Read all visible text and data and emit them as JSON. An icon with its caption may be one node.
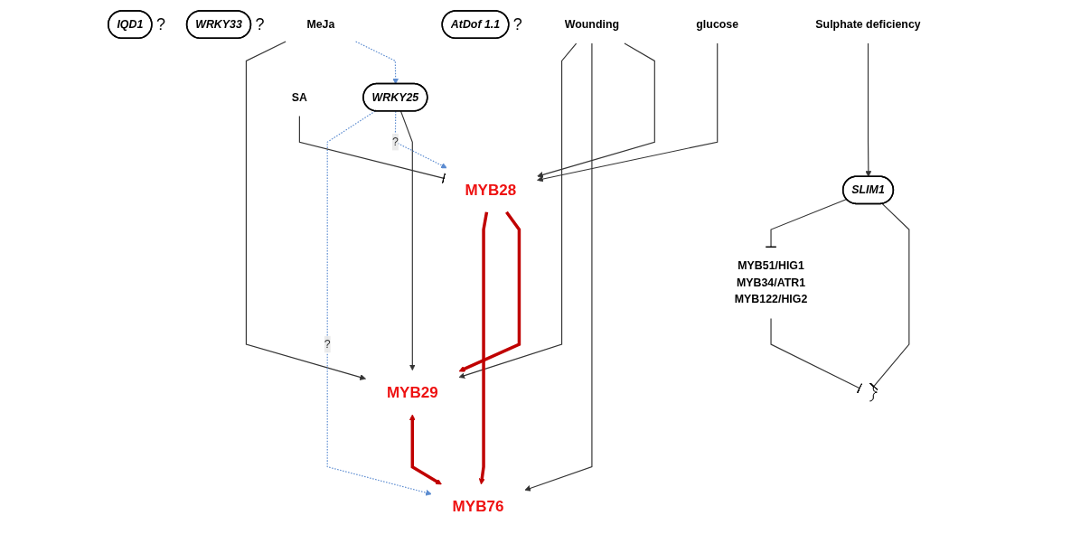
{
  "diagram": {
    "nodes": [
      {
        "text": [
          "IQD1"
        ],
        "beside": [
          "?"
        ]
      },
      {
        "text": [
          "WRKY33"
        ],
        "beside": [
          "?"
        ]
      },
      {
        "text": [
          "Sulphate deficiency"
        ]
      },
      {
        "text": [
          "AtDof 1.1"
        ],
        "beside": [
          "?"
        ]
      },
      {
        "text": [
          "WRKY25"
        ]
      },
      {
        "text": [
          "MeJa"
        ]
      },
      {
        "text": [
          "SLIM1"
        ]
      },
      {
        "text": [
          "Wounding"
        ]
      },
      {
        "text": [
          "SA"
        ]
      },
      {
        "text": [
          "glucose"
        ]
      },
      {
        "text": [
          "MYB28"
        ]
      },
      {
        "text": [
          "MYB29"
        ]
      },
      {
        "text": [
          "MYB76"
        ]
      },
      {
        "text": [],
        "shape": "bracket"
      },
      {
        "text": [
          "MYB51/HIG1",
          "MYB34/ATR1",
          "MYB122/HIG2"
        ]
      }
    ],
    "edges": [
      {
        "from": 2,
        "to": 6,
        "arrow": "to"
      },
      {
        "from": 5,
        "to": 4,
        "arrow": "to",
        "style": "dashed",
        "color": "#5b8bd0"
      },
      {
        "from": 5,
        "to": 11,
        "arrow": "to"
      },
      {
        "from": 4,
        "to": 11,
        "arrow": "to"
      },
      {
        "from": 4,
        "to": 10,
        "arrow": "to",
        "label": "?",
        "style": "dashed",
        "color": "#5b8bd0"
      },
      {
        "from": 4,
        "to": 12,
        "arrow": "to",
        "label": "?",
        "style": "dashed",
        "color": "#5b8bd0"
      },
      {
        "from": 6,
        "to": 13,
        "arrow": "other"
      },
      {
        "from": 6,
        "to": 14,
        "arrow": "other"
      },
      {
        "from": 8,
        "to": 10,
        "arrow": "other"
      },
      {
        "from": 9,
        "to": 10,
        "arrow": "to"
      },
      {
        "from": 7,
        "to": 10,
        "arrow": "to"
      },
      {
        "from": 7,
        "to": 12,
        "arrow": "to"
      },
      {
        "from": 7,
        "to": 11,
        "arrow": "to"
      },
      {
        "from": 10,
        "to": 11,
        "arrow": "to",
        "style": "thick",
        "color": "#c00000"
      },
      {
        "from": 10,
        "to": 12,
        "arrow": "to",
        "style": "thick",
        "color": "#c00000"
      },
      {
        "from": 11,
        "to": 12,
        "arrow": "both",
        "style": "thick",
        "color": "#c00000"
      },
      {
        "from": 14,
        "to": 13,
        "arrow": "other"
      }
    ]
  }
}
